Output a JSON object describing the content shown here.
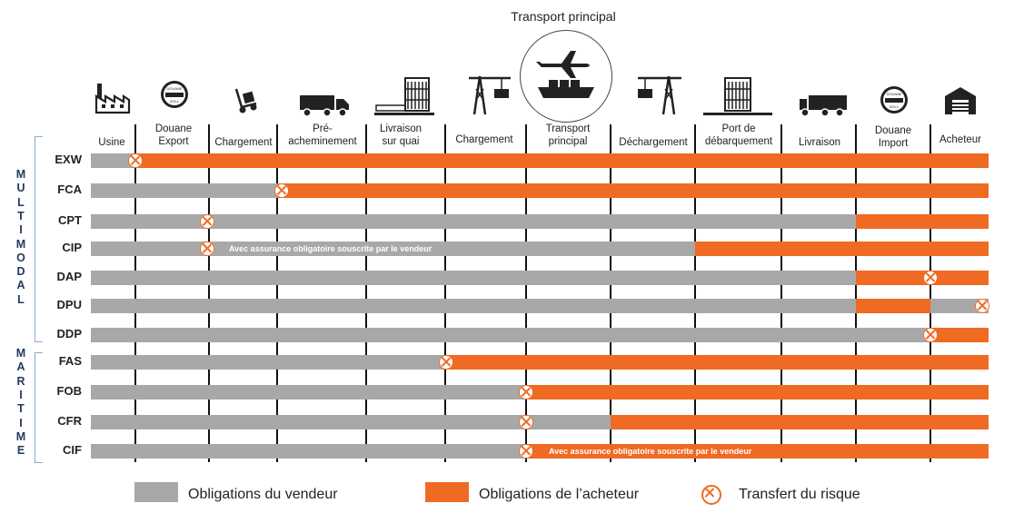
{
  "header": {
    "transport_title": "Transport principal"
  },
  "stages": [
    {
      "key": "usine",
      "label": "Usine",
      "icon": "factory-icon"
    },
    {
      "key": "douane_export",
      "label": "Douane\nExport",
      "icon": "customs-stamp-icon"
    },
    {
      "key": "chargement1",
      "label": "Chargement",
      "icon": "hand-truck-icon"
    },
    {
      "key": "pre",
      "label": "Pré-\nacheminement",
      "icon": "truck-icon"
    },
    {
      "key": "quai",
      "label": "Livraison\nsur quai",
      "icon": "container-stack-icon"
    },
    {
      "key": "chargement2",
      "label": "Chargement",
      "icon": "crane-icon"
    },
    {
      "key": "transport",
      "label": "Transport\nprincipal",
      "icon": "plane-ship-icon"
    },
    {
      "key": "dechargement",
      "label": "Déchargement",
      "icon": "crane-icon"
    },
    {
      "key": "port",
      "label": "Port de\ndébarquement",
      "icon": "container-stack-icon"
    },
    {
      "key": "livraison",
      "label": "Livraison",
      "icon": "truck-icon"
    },
    {
      "key": "douane_import",
      "label": "Douane\nImport",
      "icon": "customs-stamp-icon"
    },
    {
      "key": "acheteur",
      "label": "Acheteur",
      "icon": "warehouse-icon"
    }
  ],
  "groups": [
    {
      "label": "MULTIMODAL",
      "letters": [
        "M",
        "U",
        "L",
        "T",
        "I",
        "M",
        "O",
        "D",
        "A",
        "L"
      ]
    },
    {
      "label": "MARITIME",
      "letters": [
        "M",
        "A",
        "R",
        "I",
        "T",
        "I",
        "M",
        "E"
      ]
    }
  ],
  "terms": [
    {
      "code": "EXW"
    },
    {
      "code": "FCA"
    },
    {
      "code": "CPT"
    },
    {
      "code": "CIP",
      "note": "Avec assurance  obligatoire  souscrite par le vendeur"
    },
    {
      "code": "DAP"
    },
    {
      "code": "DPU"
    },
    {
      "code": "DDP"
    },
    {
      "code": "FAS"
    },
    {
      "code": "FOB"
    },
    {
      "code": "CFR"
    },
    {
      "code": "CIF",
      "note": "Avec assurance  obligatoire  souscrite par le vendeur"
    }
  ],
  "legend": {
    "seller": "Obligations du vendeur",
    "buyer": "Obligations de l’acheteur",
    "risk": "Transfert du risque"
  },
  "colors": {
    "seller": "#a8a8a8",
    "buyer": "#ef6a22",
    "risk_marker": "#ef6a22"
  }
}
